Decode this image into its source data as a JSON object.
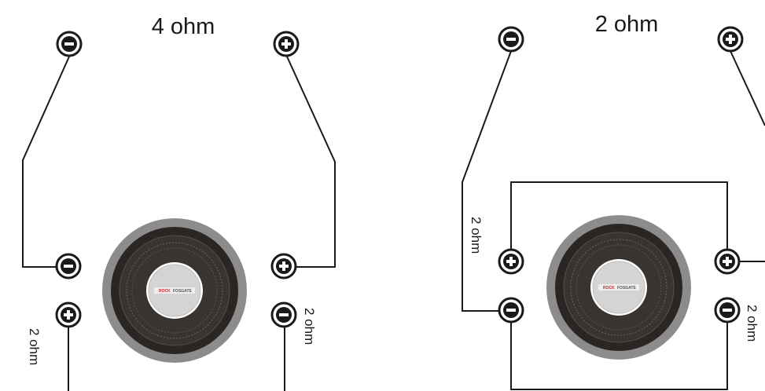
{
  "left_diagram": {
    "title": "4 ohm",
    "coil_left_label": "2 ohm",
    "coil_right_label": "2 ohm"
  },
  "right_diagram": {
    "title": "2 ohm",
    "coil_left_label": "2 ohm",
    "coil_right_label": "2 ohm"
  },
  "subwoofer": {
    "logo_text": "ROCK",
    "logo_subtext": "FOSGATE"
  },
  "colors": {
    "wire": "#1a1a1a",
    "outer_ring": "#8c8c8c",
    "surround": "#2b2523",
    "cone": "#3a3430",
    "dustcap": "#d9d9d9",
    "logo_red": "#cc1f1f"
  }
}
